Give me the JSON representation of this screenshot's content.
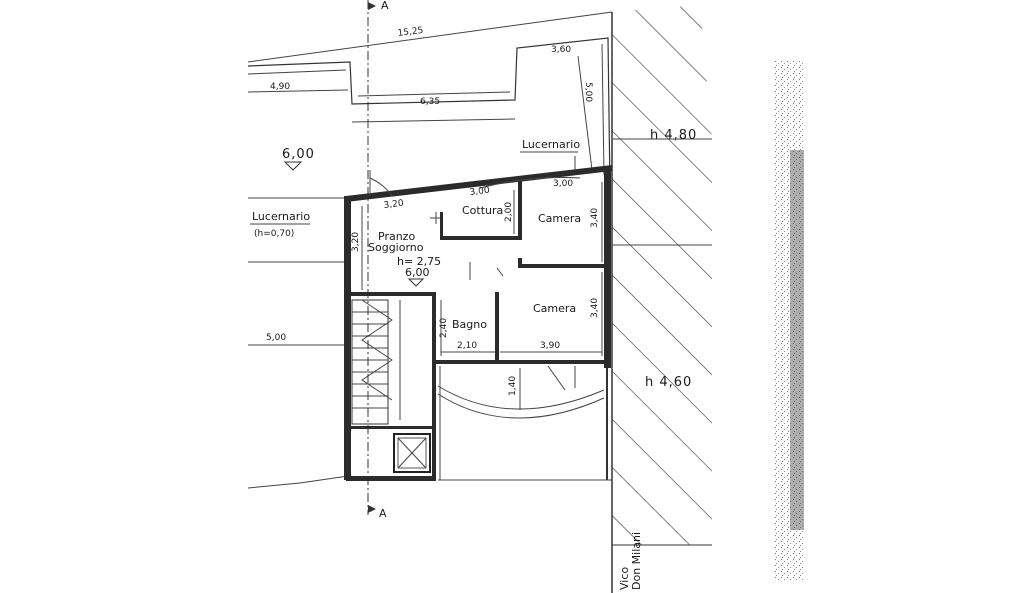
{
  "section_marker": "A",
  "dimensions": {
    "overall_width": "15,25",
    "terrace_right": "3,60",
    "terrace_left": "4,90",
    "terrace_mid": "6,35",
    "terrace_depth": "5,00",
    "wall_left": "3,20",
    "wall_left_height": "3,20",
    "kitchen_top": "3,00",
    "room_top": "3,00",
    "kitchen_height": "2,00",
    "bedroom1_height": "3,40",
    "bedroom2_height": "3,40",
    "bath_height": "2,40",
    "bath_width": "2,10",
    "bedroom2_width": "3,90",
    "balcony_depth": "1,40",
    "left_offset": "5,00"
  },
  "levels": {
    "terrace_level": "6,00",
    "living_height": "h= 2,75",
    "living_level": "6,00",
    "right_height_top": "h 4,80",
    "right_height_bottom": "h 4,60"
  },
  "labels": {
    "skylight_top": "Lucernario",
    "skylight_left": "Lucernario",
    "skylight_left_height": "(h=0,70)",
    "living_line1": "Pranzo",
    "living_line2": "Soggiorno",
    "kitchen": "Cottura",
    "bedroom1": "Camera",
    "bedroom2": "Camera",
    "bath": "Bagno",
    "street_line1": "Vico",
    "street_line2": "Don Milani"
  }
}
